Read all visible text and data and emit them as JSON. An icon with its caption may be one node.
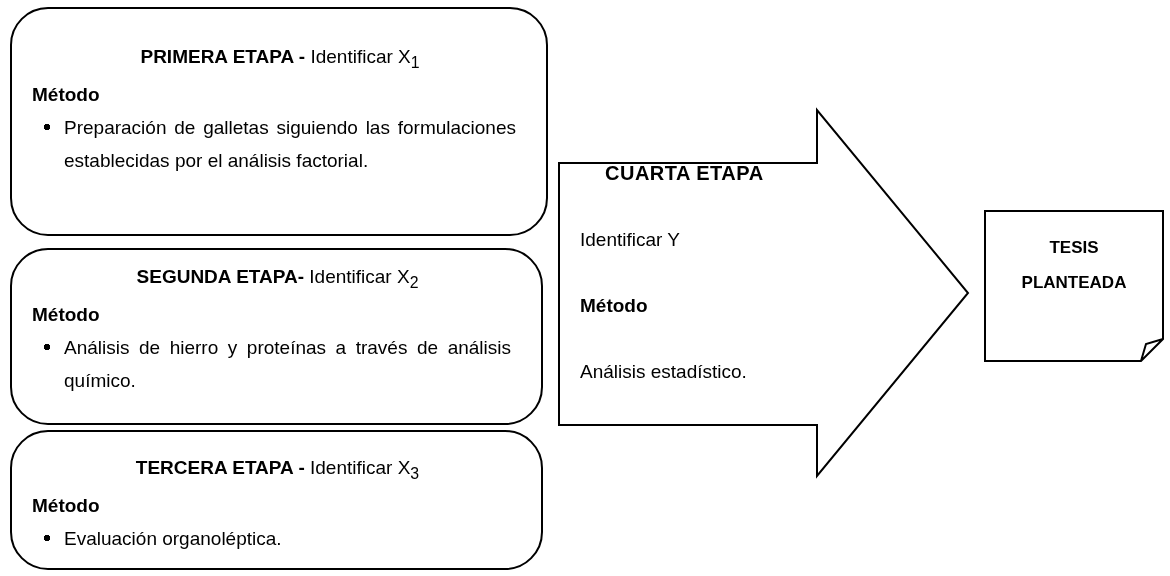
{
  "diagram": {
    "nodes": [
      {
        "text": [
          "**PRIMERA ETAPA -** Identificar X$_{1}$",
          "Método",
          "Preparación de galletas siguiendo las formulaciones establecidas por el análisis factorial."
        ]
      },
      {
        "text": [
          "**SEGUNDA ETAPA-** Identificar X$_{2}$",
          "Método",
          "Análisis de hierro y proteínas a través de análisis químico."
        ]
      },
      {
        "text": [
          "**TERCERA ETAPA -** Identificar X$_{3}$",
          "Método",
          "Evaluación organoléptica."
        ]
      },
      {
        "text": [
          "CUARTA ETAPA",
          "Identificar Y",
          "Método",
          "Análisis estadístico."
        ]
      },
      {
        "text": [
          "TESIS PLANTEADA"
        ]
      }
    ]
  }
}
